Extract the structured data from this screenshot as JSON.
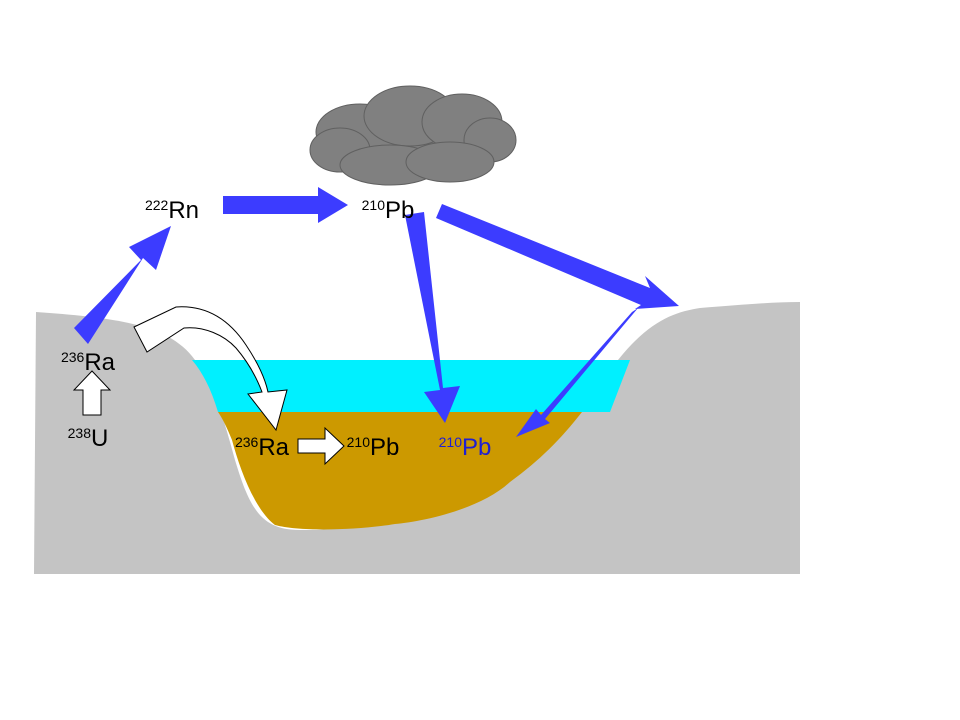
{
  "colors": {
    "ground": "#c4c4c4",
    "water": "#00f0ff",
    "sediment": "#cc9900",
    "arrow": "#3c3cff",
    "cloud": "#808080",
    "text": "#000000",
    "deposited_label": "#2020d0"
  },
  "labels": {
    "rn222": {
      "mass": "222",
      "symbol": "Rn"
    },
    "pb210_air": {
      "mass": "210",
      "symbol": "Pb"
    },
    "ra_ground": {
      "mass": "236",
      "symbol": "Ra"
    },
    "u238": {
      "mass": "238",
      "symbol": "U"
    },
    "ra_sediment": {
      "mass": "236",
      "symbol": "Ra"
    },
    "pb210_supported": {
      "mass": "210",
      "symbol": "Pb"
    },
    "pb210_deposited": {
      "mass": "210",
      "symbol": "Pb"
    }
  }
}
